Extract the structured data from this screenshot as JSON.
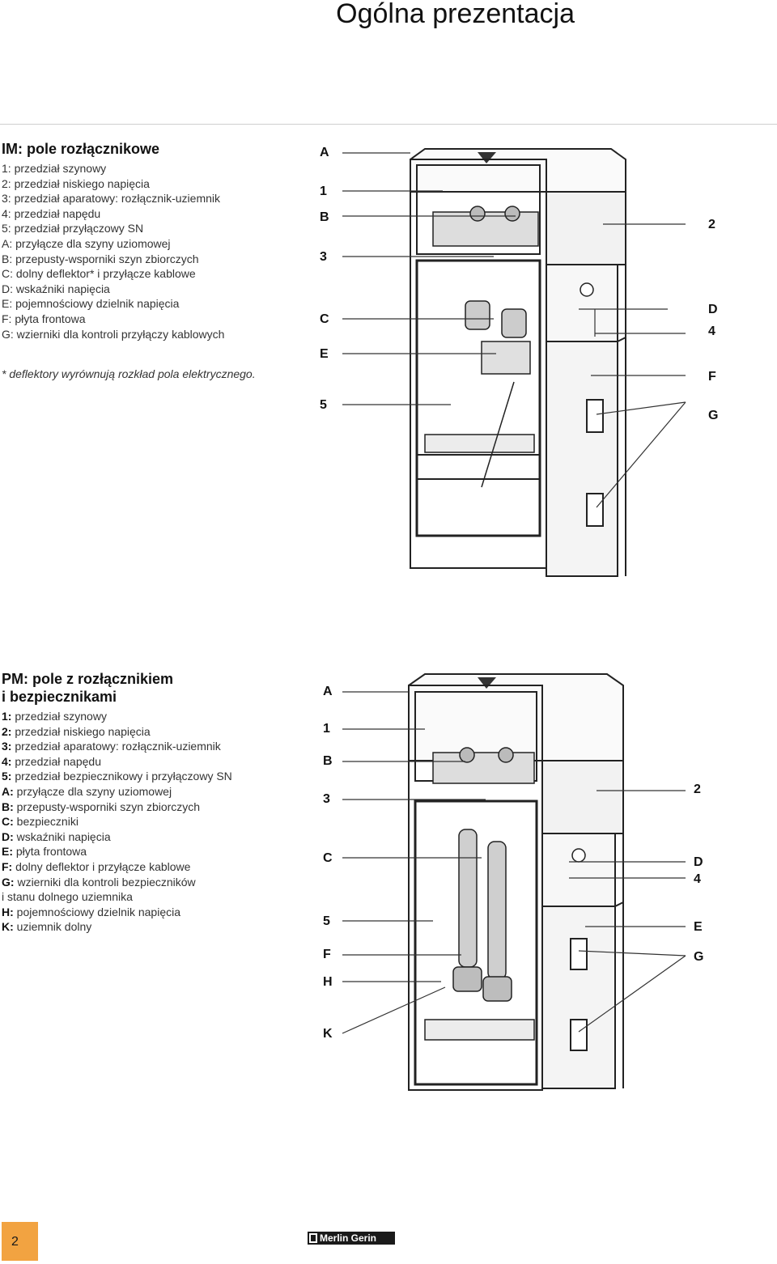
{
  "page": {
    "title": "Ogólna prezentacja",
    "number": "2",
    "brand": "Merlin Gerin"
  },
  "im": {
    "heading": "IM: pole rozłącznikowe",
    "items": [
      {
        "key": "1:",
        "text": "przedział szynowy"
      },
      {
        "key": "2:",
        "text": "przedział niskiego napięcia"
      },
      {
        "key": "3:",
        "text": "przedział aparatowy: rozłącznik-uziemnik"
      },
      {
        "key": "4:",
        "text": "przedział napędu"
      },
      {
        "key": "5:",
        "text": "przedział przyłączowy SN"
      },
      {
        "key": "A:",
        "text": "przyłącze dla szyny uziomowej"
      },
      {
        "key": "B:",
        "text": "przepusty-wsporniki szyn zbiorczych"
      },
      {
        "key": "C:",
        "text": "dolny deflektor* i przyłącze kablowe"
      },
      {
        "key": "D:",
        "text": "wskaźniki napięcia"
      },
      {
        "key": "E:",
        "text": "pojemnościowy dzielnik napięcia"
      },
      {
        "key": "F:",
        "text": "płyta frontowa"
      },
      {
        "key": "G:",
        "text": "wzierniki dla kontroli przyłączy kablowych"
      }
    ],
    "note": "* deflektory wyrównują rozkład pola elektrycznego.",
    "callouts": {
      "A": "A",
      "one": "1",
      "B": "B",
      "three": "3",
      "C": "C",
      "E": "E",
      "five": "5",
      "two": "2",
      "D": "D",
      "four": "4",
      "F": "F",
      "G": "G"
    }
  },
  "pm": {
    "heading_line1": "PM: pole z rozłącznikiem",
    "heading_line2": "i bezpiecznikami",
    "items": [
      {
        "key": "1:",
        "text": "przedział szynowy"
      },
      {
        "key": "2:",
        "text": "przedział niskiego napięcia"
      },
      {
        "key": "3:",
        "text": "przedział aparatowy: rozłącznik-uziemnik"
      },
      {
        "key": "4:",
        "text": "przedział napędu"
      },
      {
        "key": "5:",
        "text": "przedział bezpiecznikowy i przyłączowy SN"
      },
      {
        "key": "A:",
        "text": "przyłącze dla szyny uziomowej"
      },
      {
        "key": "B:",
        "text": "przepusty-wsporniki szyn zbiorczych"
      },
      {
        "key": "C:",
        "text": "bezpieczniki"
      },
      {
        "key": "D:",
        "text": "wskaźniki napięcia"
      },
      {
        "key": "E:",
        "text": "płyta frontowa"
      },
      {
        "key": "F:",
        "text": "dolny deflektor i przyłącze kablowe"
      },
      {
        "key": "G:",
        "text": "wzierniki dla kontroli bezpieczników"
      },
      {
        "key": "",
        "text": "i stanu dolnego uziemnika"
      },
      {
        "key": "H:",
        "text": "pojemnościowy dzielnik napięcia"
      },
      {
        "key": "K:",
        "text": "uziemnik dolny"
      }
    ],
    "callouts": {
      "A": "A",
      "one": "1",
      "B": "B",
      "three": "3",
      "C": "C",
      "five": "5",
      "F": "F",
      "H": "H",
      "K": "K",
      "two": "2",
      "D": "D",
      "four": "4",
      "E": "E",
      "G": "G"
    }
  }
}
